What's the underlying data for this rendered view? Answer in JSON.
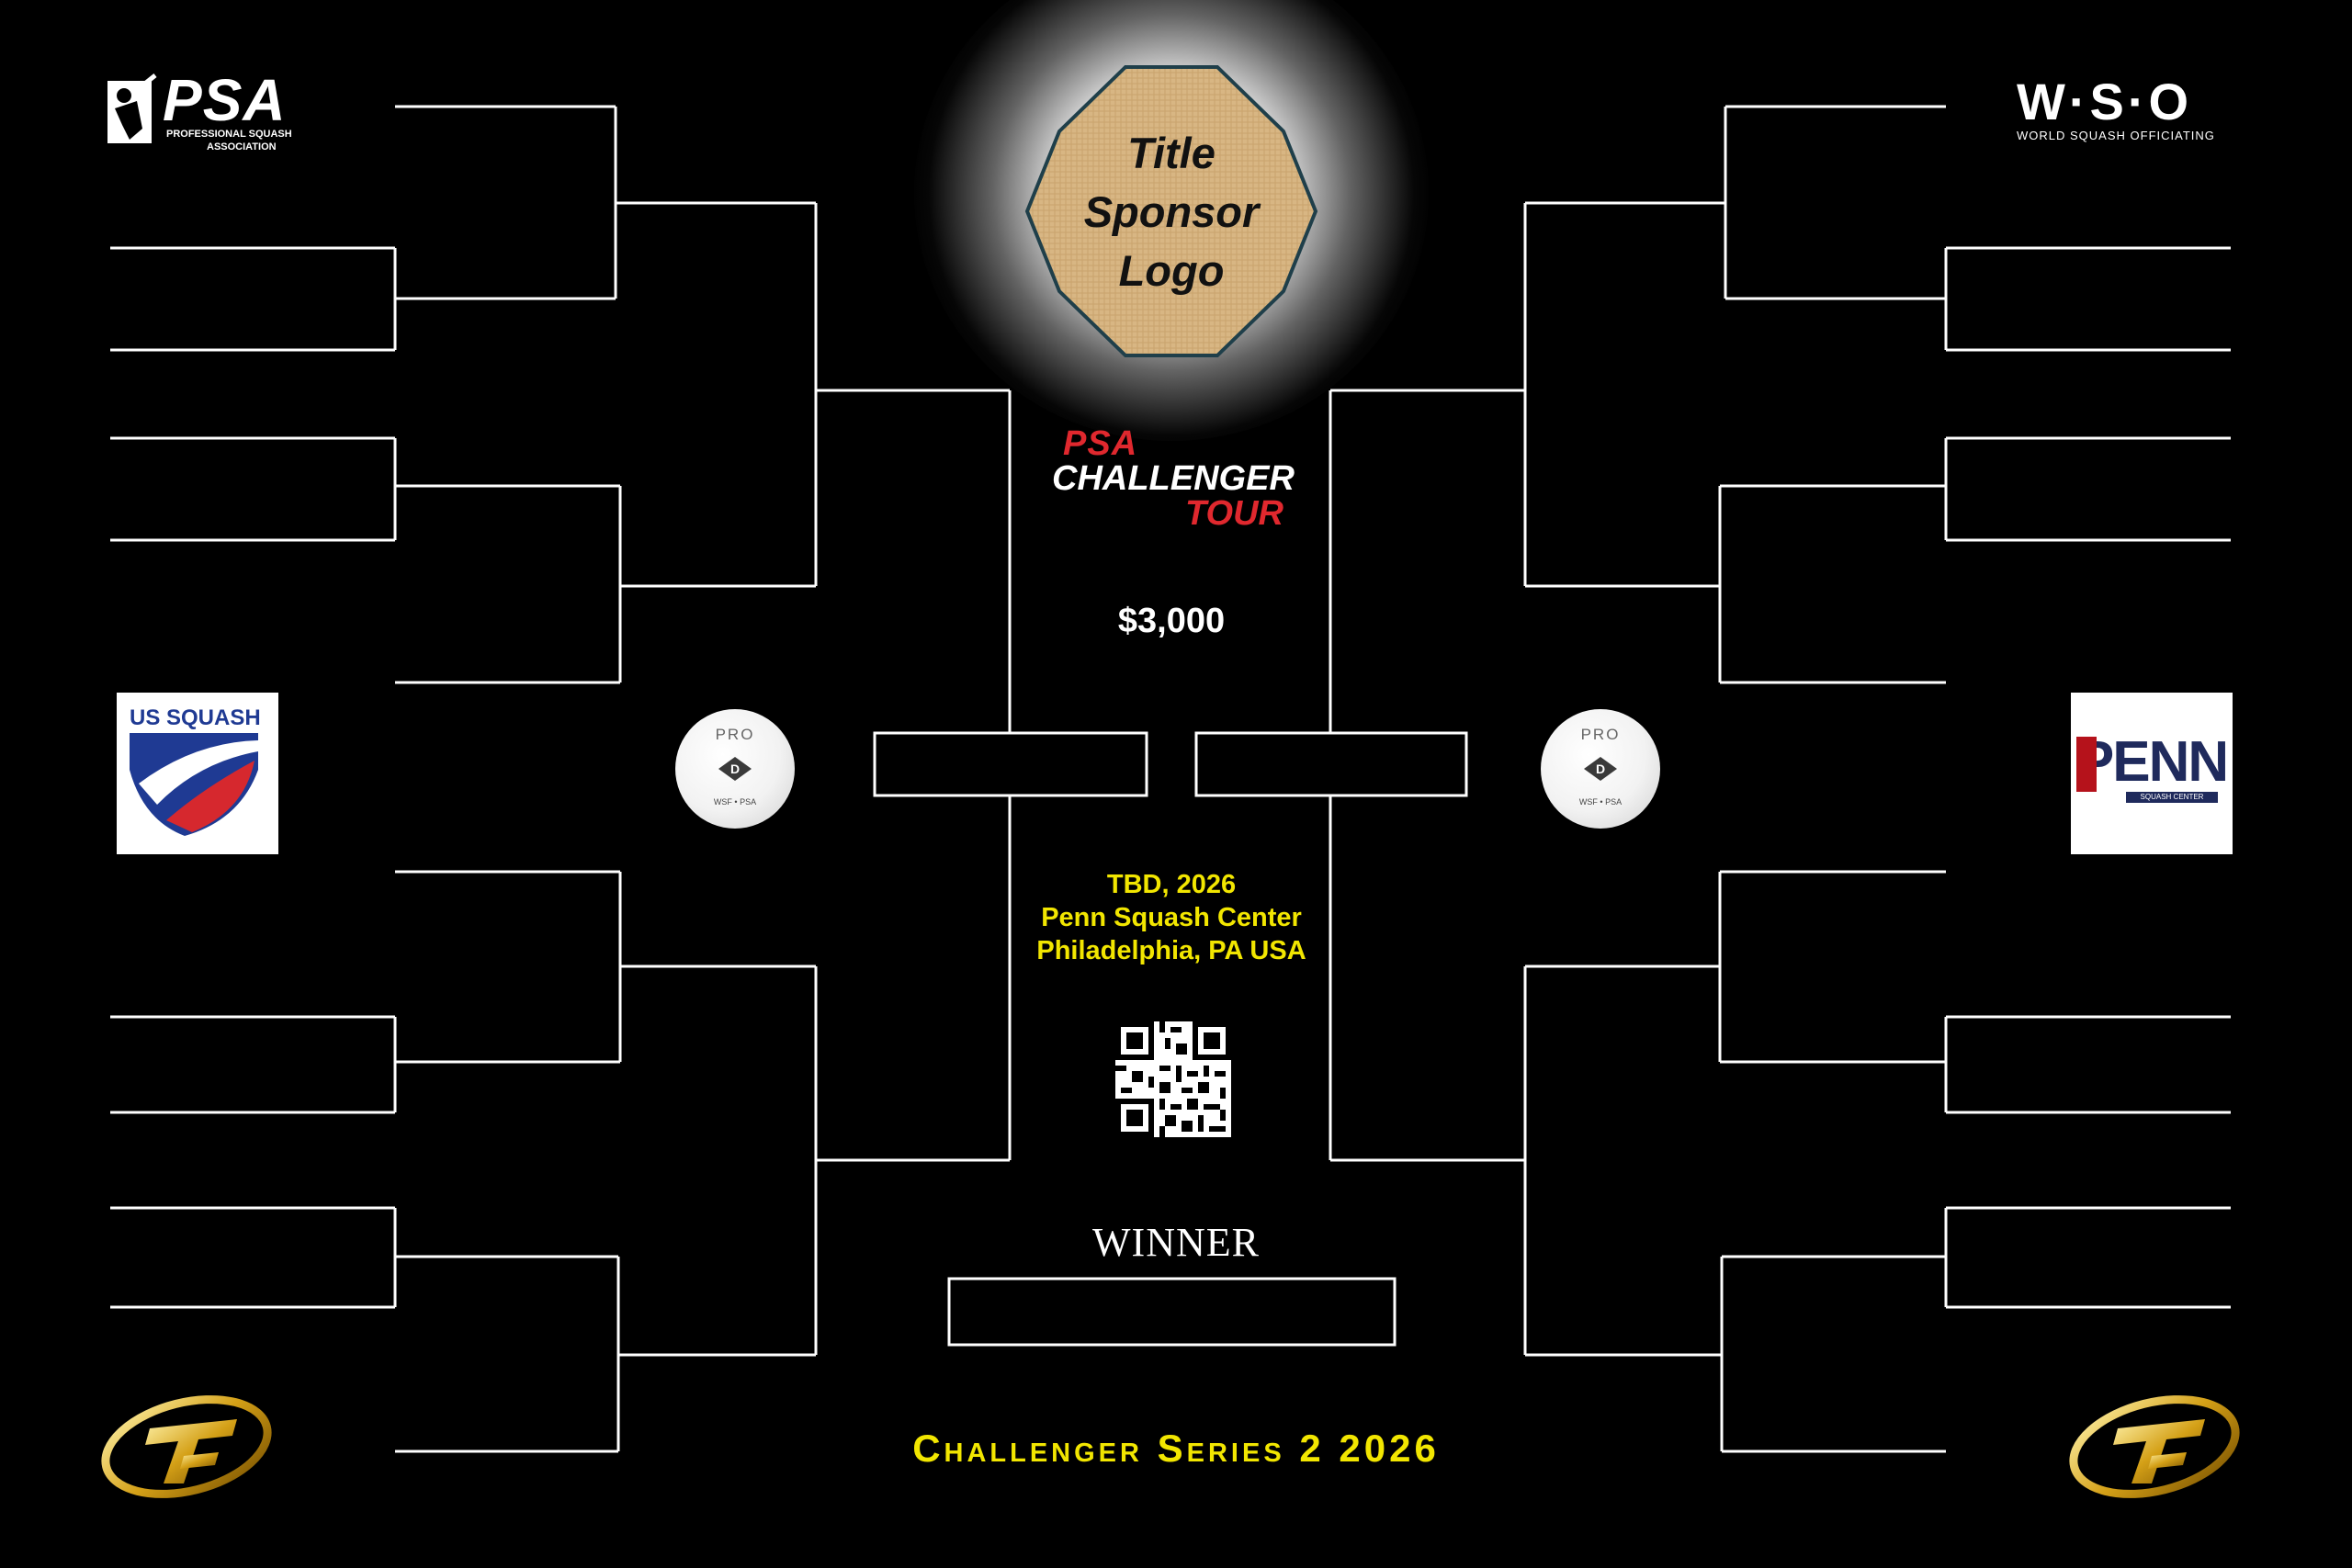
{
  "sponsor": {
    "lines": [
      "Title",
      "Sponsor",
      "Logo"
    ]
  },
  "psa": {
    "mark": "PSA",
    "sub1": "PROFESSIONAL SQUASH",
    "sub2": "ASSOCIATION"
  },
  "wso": {
    "mark": "W·S·O",
    "sub": "WORLD SQUASH OFFICIATING"
  },
  "challenger_tour": {
    "psa": "PSA",
    "challenger": "CHALLENGER",
    "tour": "TOUR"
  },
  "prize": "$3,000",
  "event": {
    "date": "TBD, 2026",
    "venue": "Penn Squash Center",
    "location": "Philadelphia, PA USA"
  },
  "winner_label": "WINNER",
  "series_title": "Challenger Series 2 2026",
  "us_squash": {
    "label": "US SQUASH"
  },
  "penn": {
    "label": "PENN",
    "sub": "SQUASH CENTER"
  },
  "ball": {
    "pro": "PRO",
    "wsf": "WSF • PSA"
  },
  "colors": {
    "background": "#000000",
    "lines": "#ffffff",
    "accent_yellow": "#f2e600",
    "psa_red": "#e0282e",
    "penn_navy": "#1f2a5c",
    "penn_red": "#b5121b"
  }
}
